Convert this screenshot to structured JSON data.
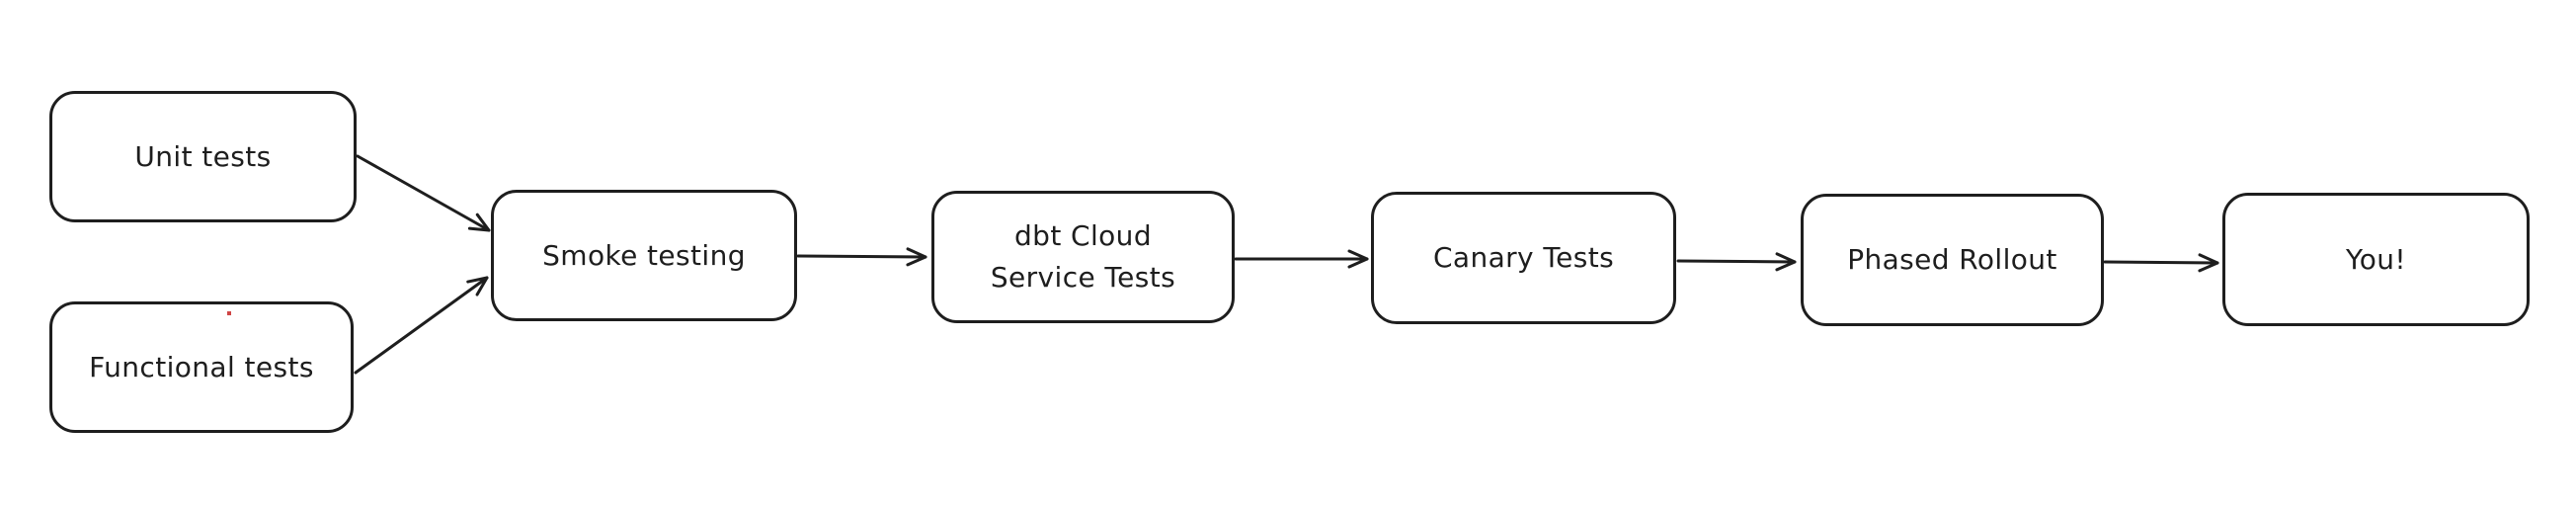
{
  "diagram": {
    "type": "flowchart",
    "background_color": "#ffffff",
    "stroke_color": "#1e1e1e",
    "artifact_dot_color": "#cf4545",
    "nodes": [
      {
        "id": "unit-tests",
        "label": "Unit tests"
      },
      {
        "id": "functional-tests",
        "label": "Functional tests"
      },
      {
        "id": "smoke-testing",
        "label": "Smoke testing"
      },
      {
        "id": "dbt-cloud-service-tests",
        "label": "dbt Cloud\nService Tests"
      },
      {
        "id": "canary-tests",
        "label": "Canary Tests"
      },
      {
        "id": "phased-rollout",
        "label": "Phased Rollout"
      },
      {
        "id": "you",
        "label": "You!"
      }
    ],
    "edges": [
      {
        "from": "unit-tests",
        "to": "smoke-testing"
      },
      {
        "from": "functional-tests",
        "to": "smoke-testing"
      },
      {
        "from": "smoke-testing",
        "to": "dbt-cloud-service-tests"
      },
      {
        "from": "dbt-cloud-service-tests",
        "to": "canary-tests"
      },
      {
        "from": "canary-tests",
        "to": "phased-rollout"
      },
      {
        "from": "phased-rollout",
        "to": "you"
      }
    ]
  }
}
